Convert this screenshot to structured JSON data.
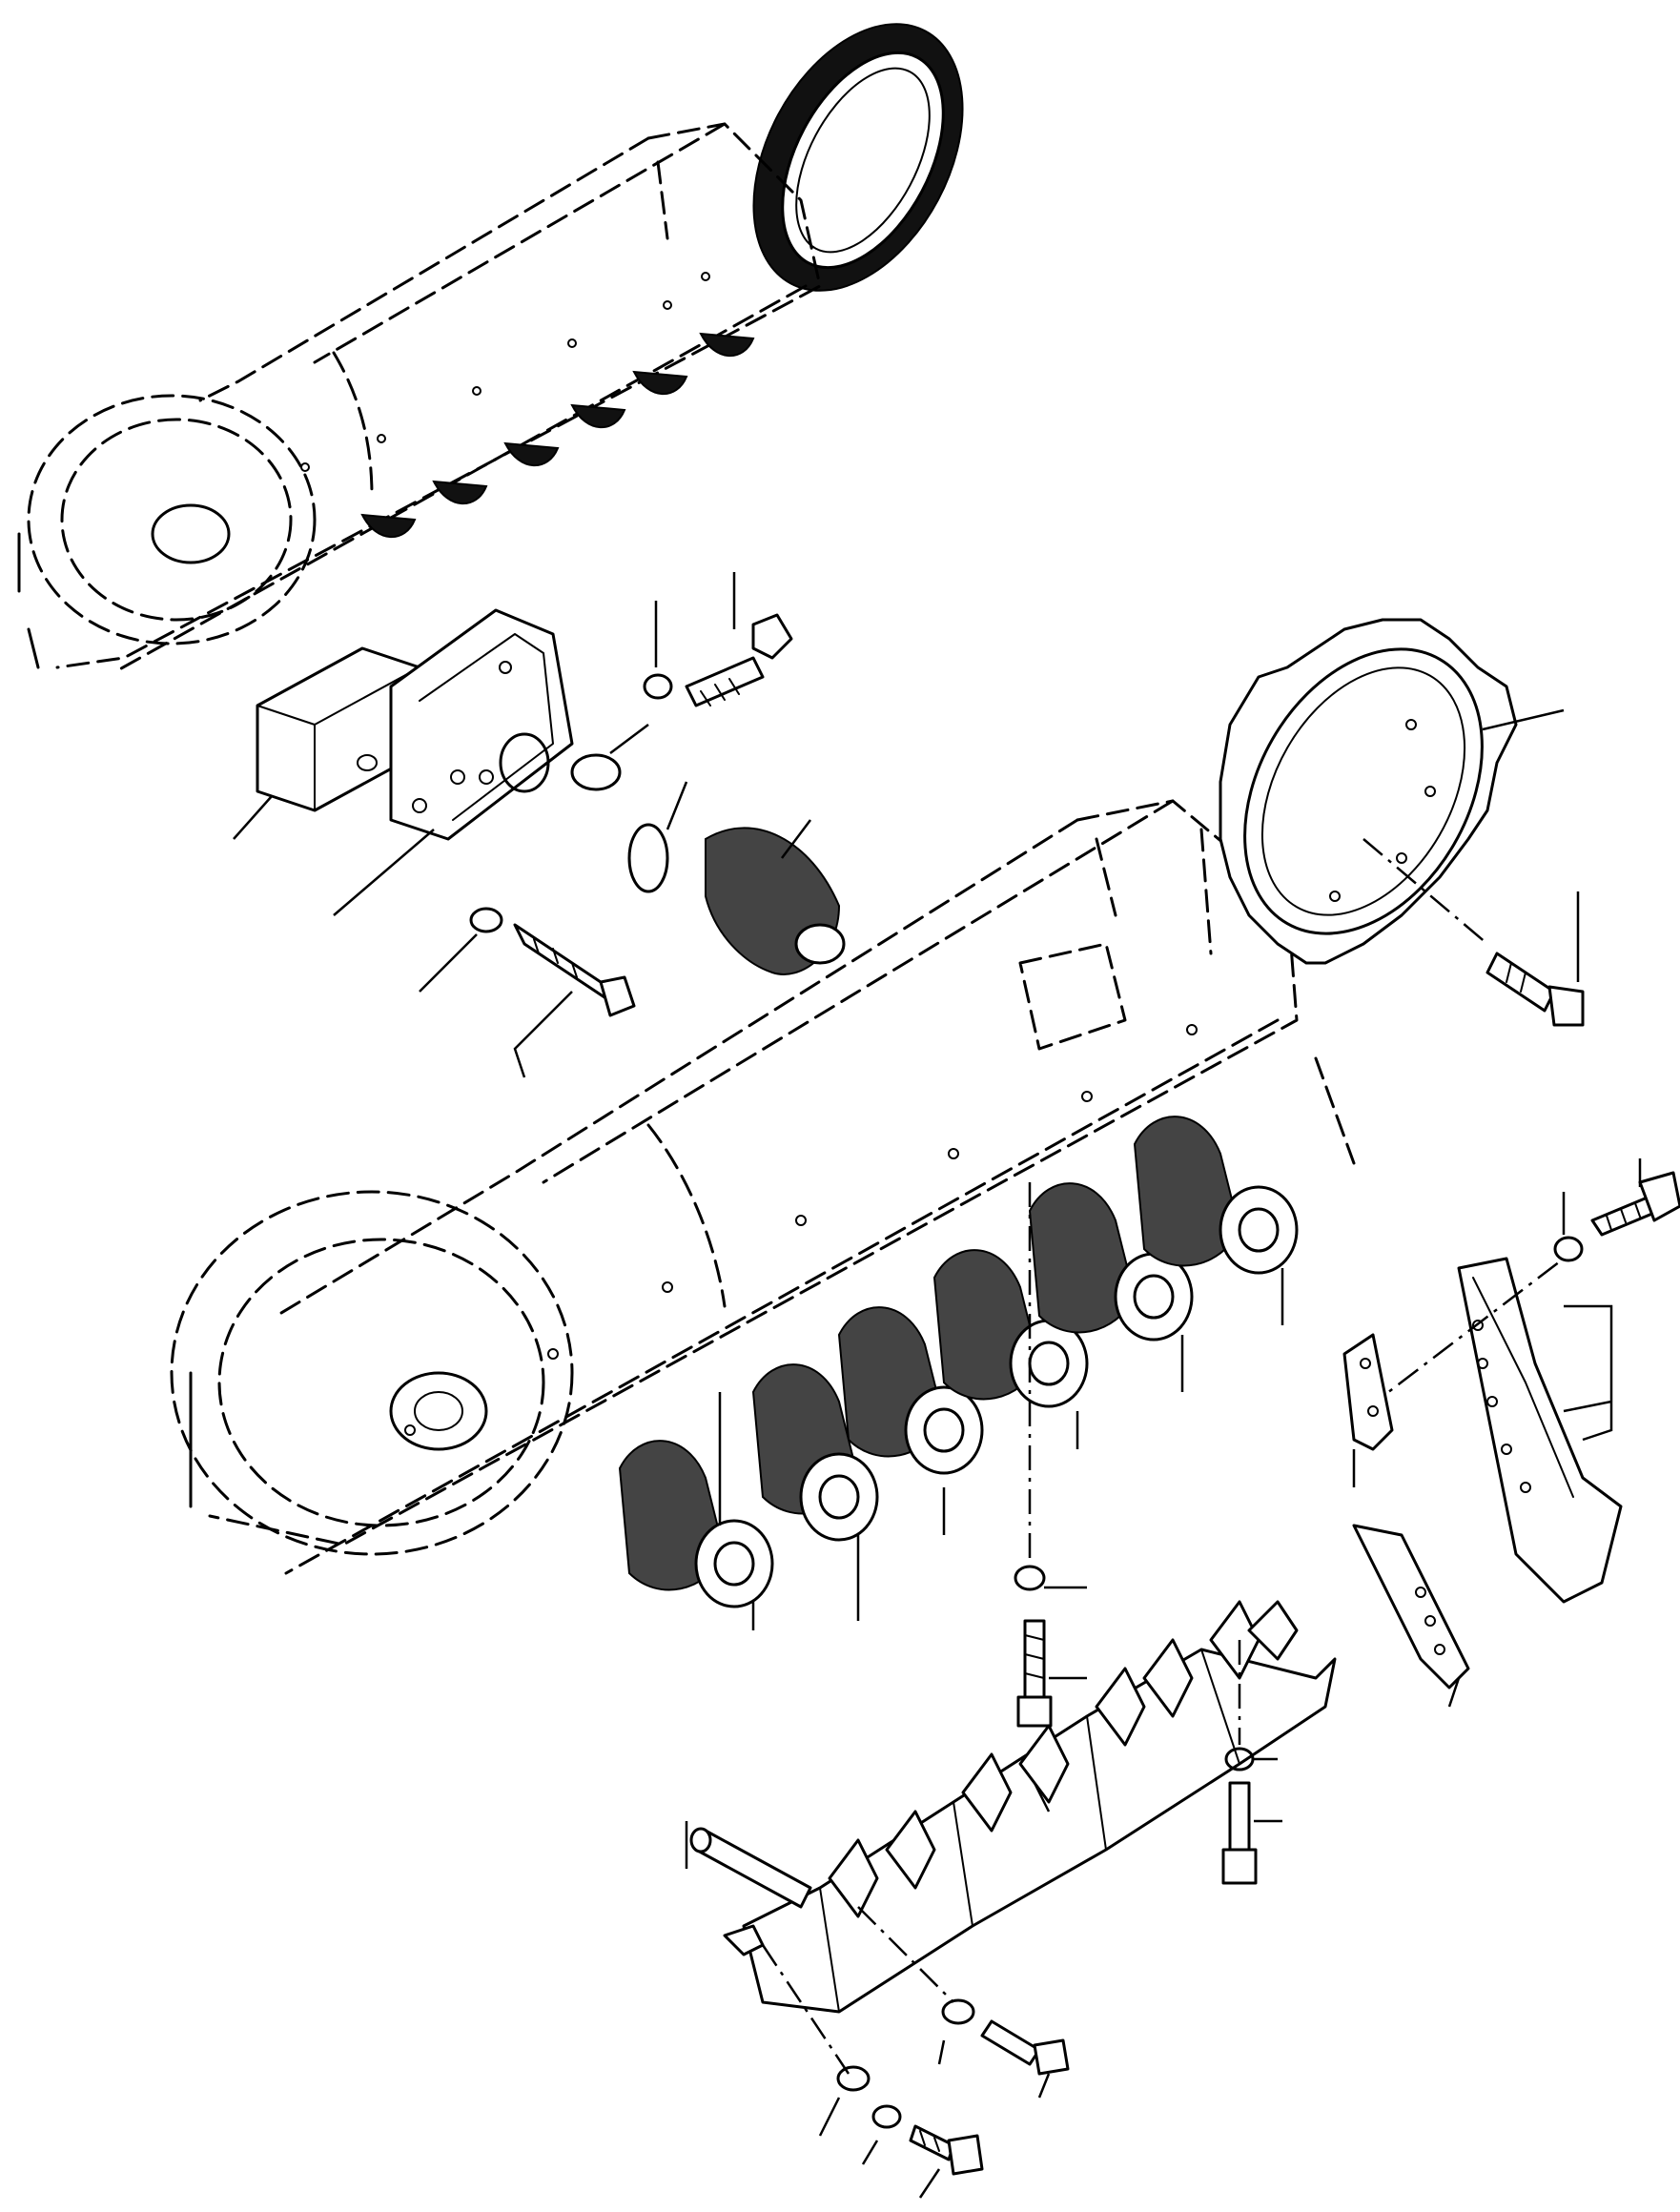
{
  "diagram": {
    "kind": "exploded parts view",
    "style": "black line art on white",
    "components": [
      "reference-track-frame",
      "main-track-frame",
      "drive-sprocket",
      "front-idler",
      "recoil-block",
      "idler-bracket",
      "upper-carrier-roller",
      "track-rollers",
      "end-guard",
      "guard-plate",
      "rock-guard-rail",
      "guard-pin",
      "bolts-and-washers"
    ],
    "track_roller_count": 6,
    "callout_labels": []
  }
}
